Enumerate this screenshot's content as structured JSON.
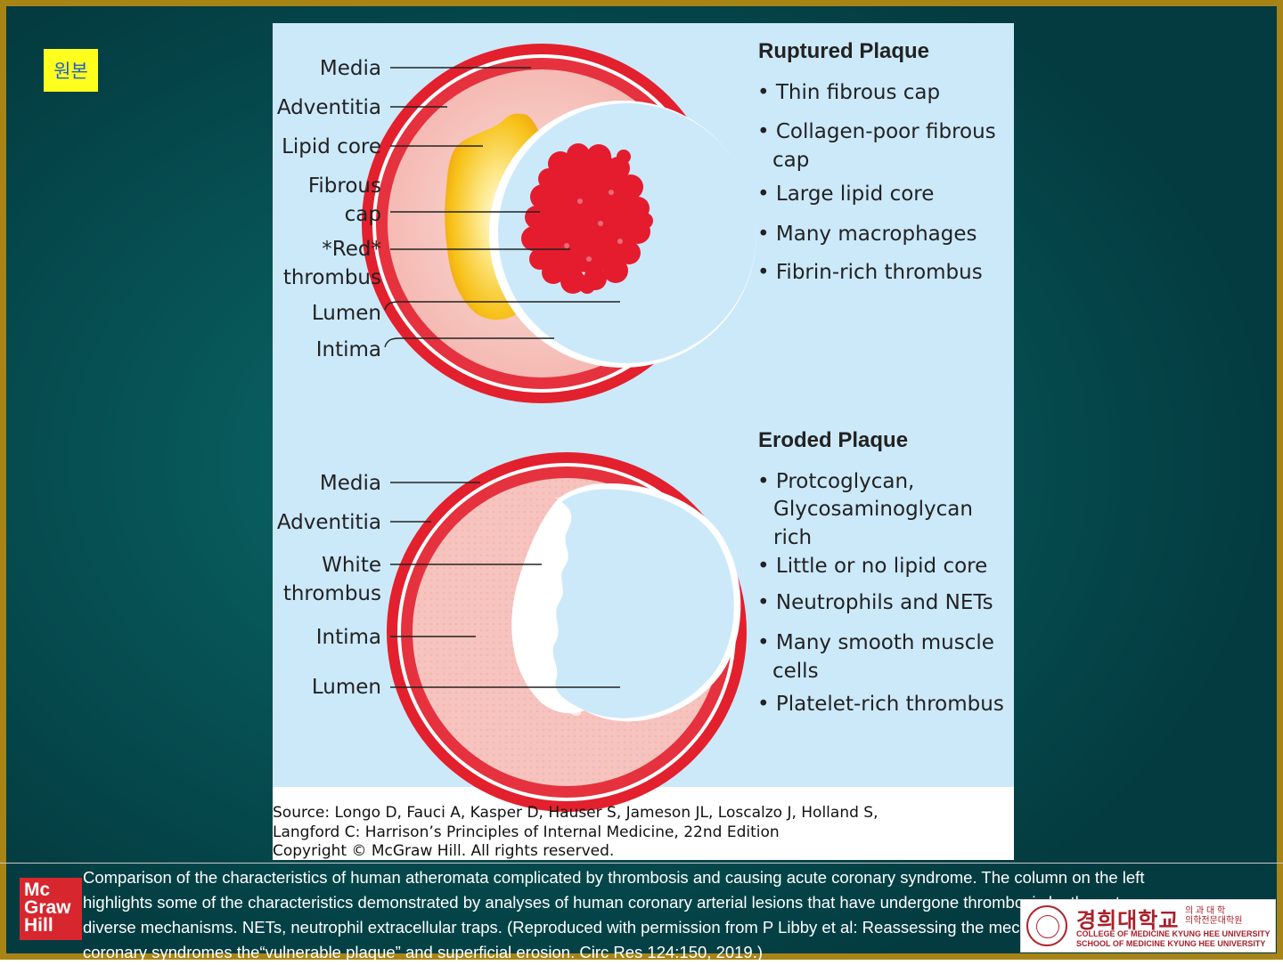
{
  "tag": "원본",
  "diagram": {
    "ruptured": {
      "heading": "Ruptured Plaque",
      "labels": [
        "Media",
        "Adventitia",
        "Lipid core",
        "Fibrous",
        "cap",
        "*Red*",
        "thrombus",
        "Lumen",
        "Intima"
      ],
      "bullets": [
        [
          "• Thin fibrous cap"
        ],
        [
          "• Collagen-poor fibrous",
          "cap"
        ],
        [
          "• Large lipid core"
        ],
        [
          "• Many macrophages"
        ],
        [
          "• Fibrin-rich thrombus"
        ]
      ]
    },
    "eroded": {
      "heading": "Eroded Plaque",
      "labels": [
        "Media",
        "Adventitia",
        "White",
        "thrombus",
        "Intima",
        "Lumen"
      ],
      "bullets": [
        [
          "• Protcoglycan,",
          "Glycosaminoglycan",
          "rich"
        ],
        [
          "• Little or no lipid core"
        ],
        [
          "• Neutrophils and NETs"
        ],
        [
          "• Many smooth muscle",
          "cells"
        ],
        [
          "• Platelet-rich thrombus"
        ]
      ]
    },
    "source": [
      "Source: Longo D, Fauci A, Kasper D, Hauser S, Jameson JL, Loscalzo J, Holland S,",
      "Langford C: Harrison’s Principles of Internal Medicine, 22nd Edition",
      "Copyright © McGraw Hill. All rights reserved."
    ]
  },
  "caption": [
    "Comparison of the characteristics of human atheromata complicated by thrombosis and causing acute coronary syndrome. The column on the left",
    "highlights some of the characteristics demonstrated by analyses of human coronary arterial lesions that have undergone thrombosis by these two",
    "diverse mechanisms. NETs, neutrophil extracellular traps. (Reproduced with permission from P Libby et al: Reassessing the mechanisms of acute",
    "coronary syndromes the“vulnerable plaque” and superficial erosion. Circ Res 124:150, 2019.)"
  ],
  "publisher_logo": [
    "Mc",
    "Graw",
    "Hill"
  ],
  "university": {
    "name_ko": "경희대학교",
    "sub_ko": [
      "의 과 대 학",
      "의학전문대학원"
    ],
    "name_en": [
      "COLLEGE OF MEDICINE KYUNG HEE UNIVERSITY",
      "SCHOOL OF MEDICINE KYUNG HEE UNIVERSITY"
    ]
  },
  "colors": {
    "frame": "#a88416",
    "background": "#075557",
    "figure_bg": "#cce9fa",
    "artery_red": "#e3202d",
    "lipid": "#f7c21a",
    "intima": "#f8c4bf",
    "tag": "#ffff1e"
  }
}
